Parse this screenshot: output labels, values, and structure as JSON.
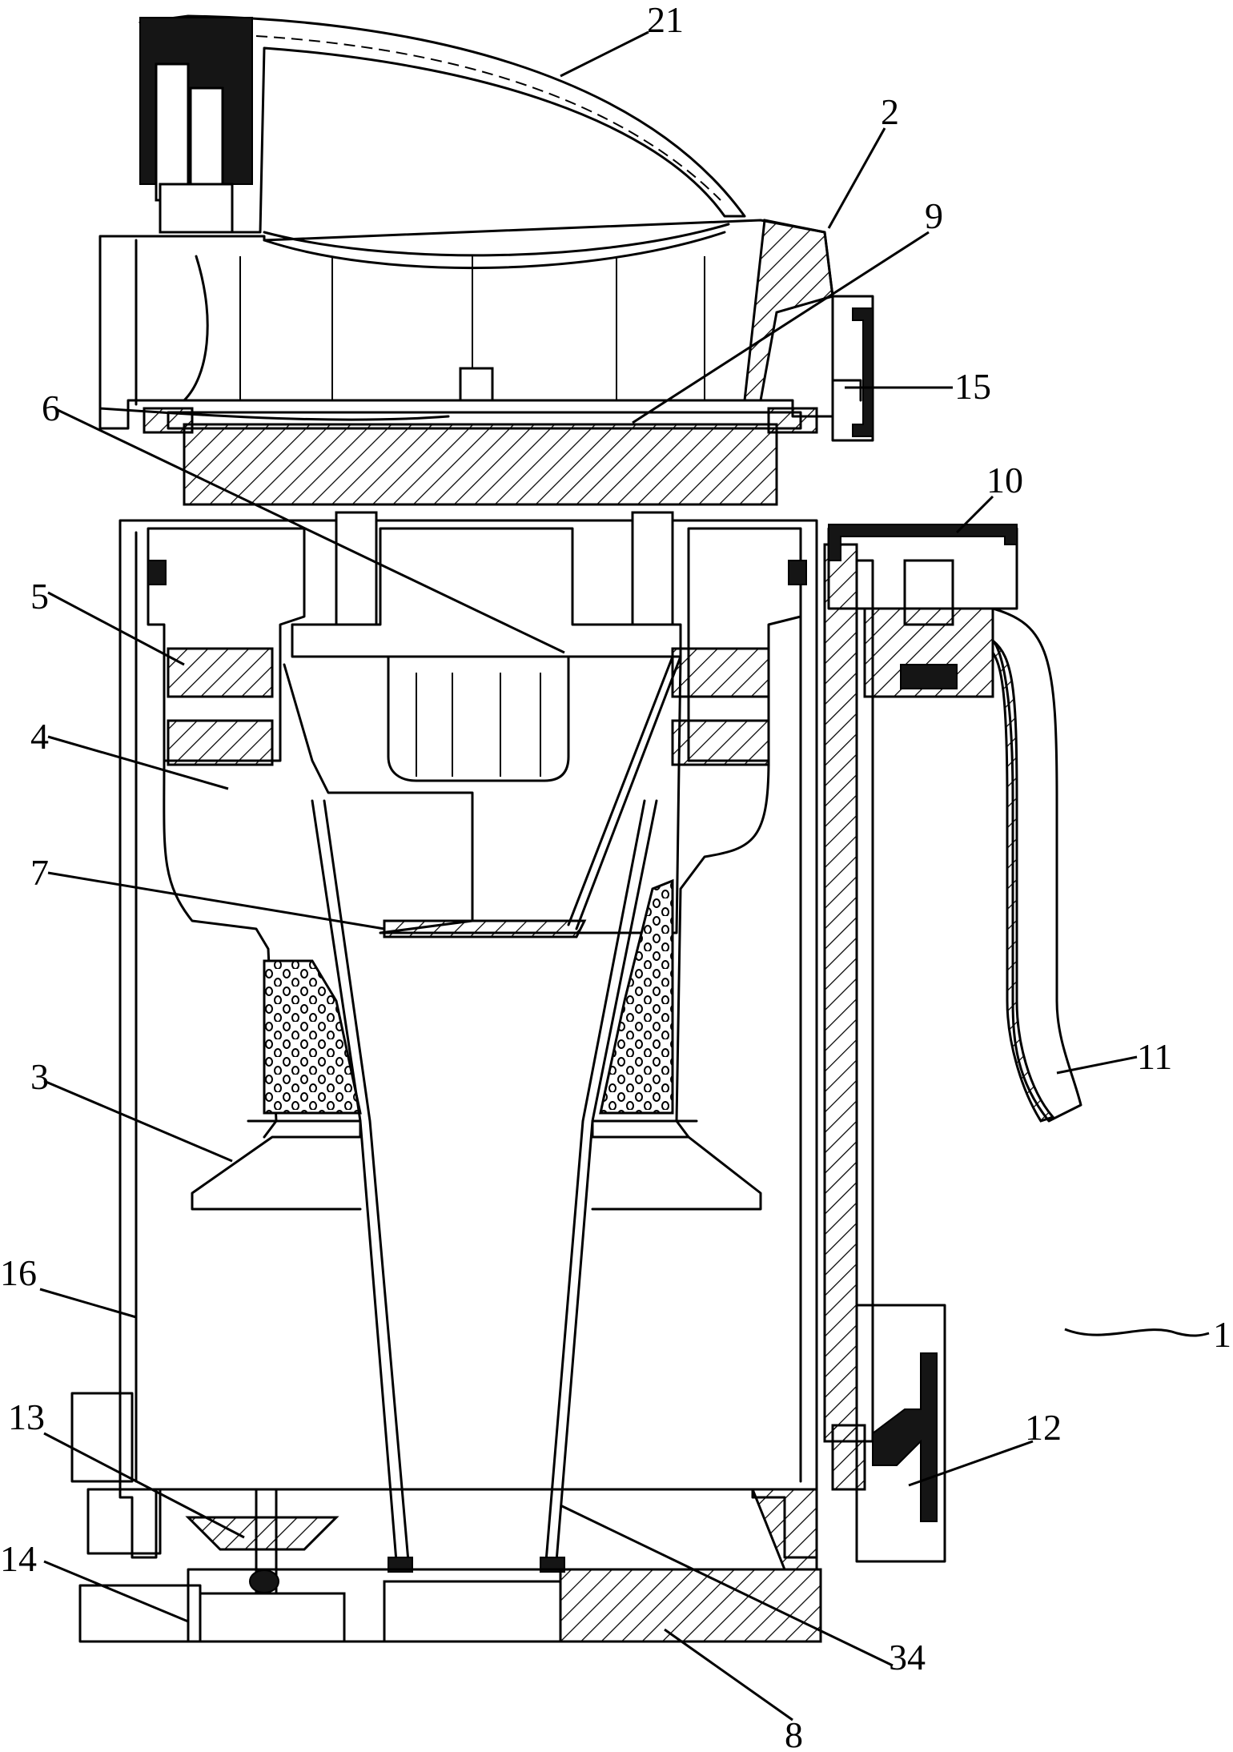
{
  "figure": {
    "reference_numerals": [
      {
        "id": "21",
        "text": "21"
      },
      {
        "id": "2",
        "text": "2"
      },
      {
        "id": "9",
        "text": "9"
      },
      {
        "id": "15",
        "text": "15"
      },
      {
        "id": "6",
        "text": "6"
      },
      {
        "id": "10",
        "text": "10"
      },
      {
        "id": "5",
        "text": "5"
      },
      {
        "id": "4",
        "text": "4"
      },
      {
        "id": "7",
        "text": "7"
      },
      {
        "id": "11",
        "text": "11"
      },
      {
        "id": "3",
        "text": "3"
      },
      {
        "id": "16",
        "text": "16"
      },
      {
        "id": "1",
        "text": "1"
      },
      {
        "id": "13",
        "text": "13"
      },
      {
        "id": "12",
        "text": "12"
      },
      {
        "id": "14",
        "text": "14"
      },
      {
        "id": "34",
        "text": "34"
      },
      {
        "id": "8",
        "text": "8"
      }
    ]
  }
}
